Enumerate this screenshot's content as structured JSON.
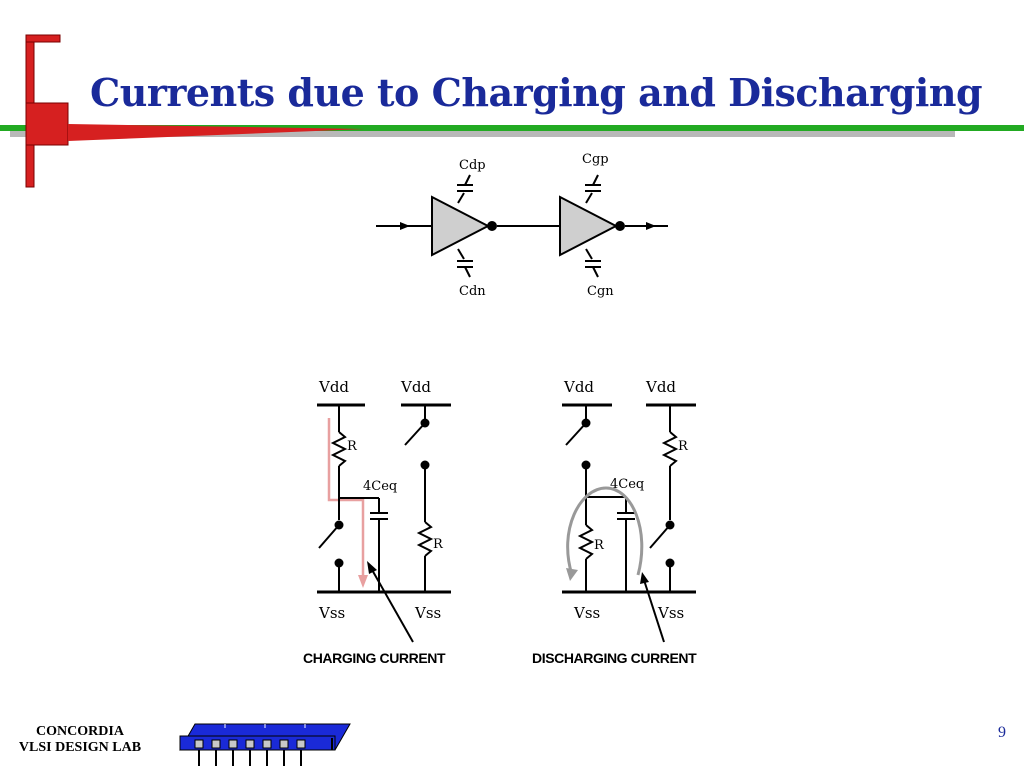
{
  "slide": {
    "title": "Currents due to Charging and Discharging",
    "page_number": "9",
    "footer": {
      "org_line1": "CONCORDIA",
      "org_line2": "VLSI DESIGN LAB"
    },
    "colors": {
      "title": "#1a2a9a",
      "accent_red": "#d62020",
      "accent_green": "#22aa22",
      "charge_path": "#e8a0a0",
      "discharge_path": "#999999"
    }
  },
  "top_diagram": {
    "labels": {
      "cdp": "Cdp",
      "cdn": "Cdn",
      "cgp": "Cgp",
      "cgn": "Cgn"
    }
  },
  "charging_circuit": {
    "vdd_left": "Vdd",
    "vdd_right": "Vdd",
    "r_top": "R",
    "cap": "4Ceq",
    "r_right": "R",
    "vss_left": "Vss",
    "vss_right": "Vss",
    "caption": "CHARGING CURRENT"
  },
  "discharging_circuit": {
    "vdd_left": "Vdd",
    "vdd_right": "Vdd",
    "r_top": "R",
    "cap": "4Ceq",
    "r_left": "R",
    "vss_left": "Vss",
    "vss_right": "Vss",
    "caption": "DISCHARGING CURRENT"
  }
}
